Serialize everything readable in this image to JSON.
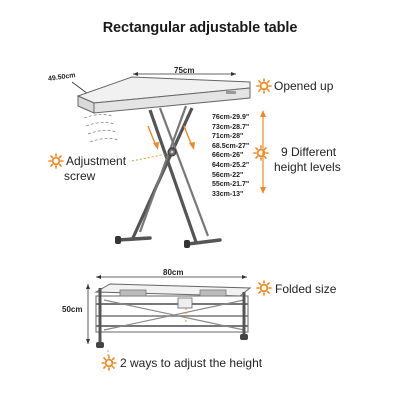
{
  "title": "Rectangular adjustable table",
  "colors": {
    "accent": "#f08a24",
    "frame": "#5a5a5a",
    "top": "#efefef"
  },
  "icons": {
    "feature_marker": "orange-sun-icon"
  },
  "open_view": {
    "width_label": "75cm",
    "depth_label": "49.50cm",
    "feature_opened": "Opened up",
    "feature_screw_line1": "Adjustment",
    "feature_screw_line2": "screw",
    "feature_levels_line1": "9 Different",
    "feature_levels_line2": "height levels",
    "height_levels": [
      "76cm-29.9\"",
      "73cm-28.7\"",
      "71cm-28\"",
      "68.5cm-27\"",
      "66cm-26\"",
      "64cm-25.2\"",
      "56cm-22\"",
      "55cm-21.7\"",
      "33cm-13\""
    ]
  },
  "folded_view": {
    "width_label": "80cm",
    "height_label": "50cm",
    "feature_folded": "Folded size",
    "feature_adjust": "2 ways to adjust the height"
  }
}
